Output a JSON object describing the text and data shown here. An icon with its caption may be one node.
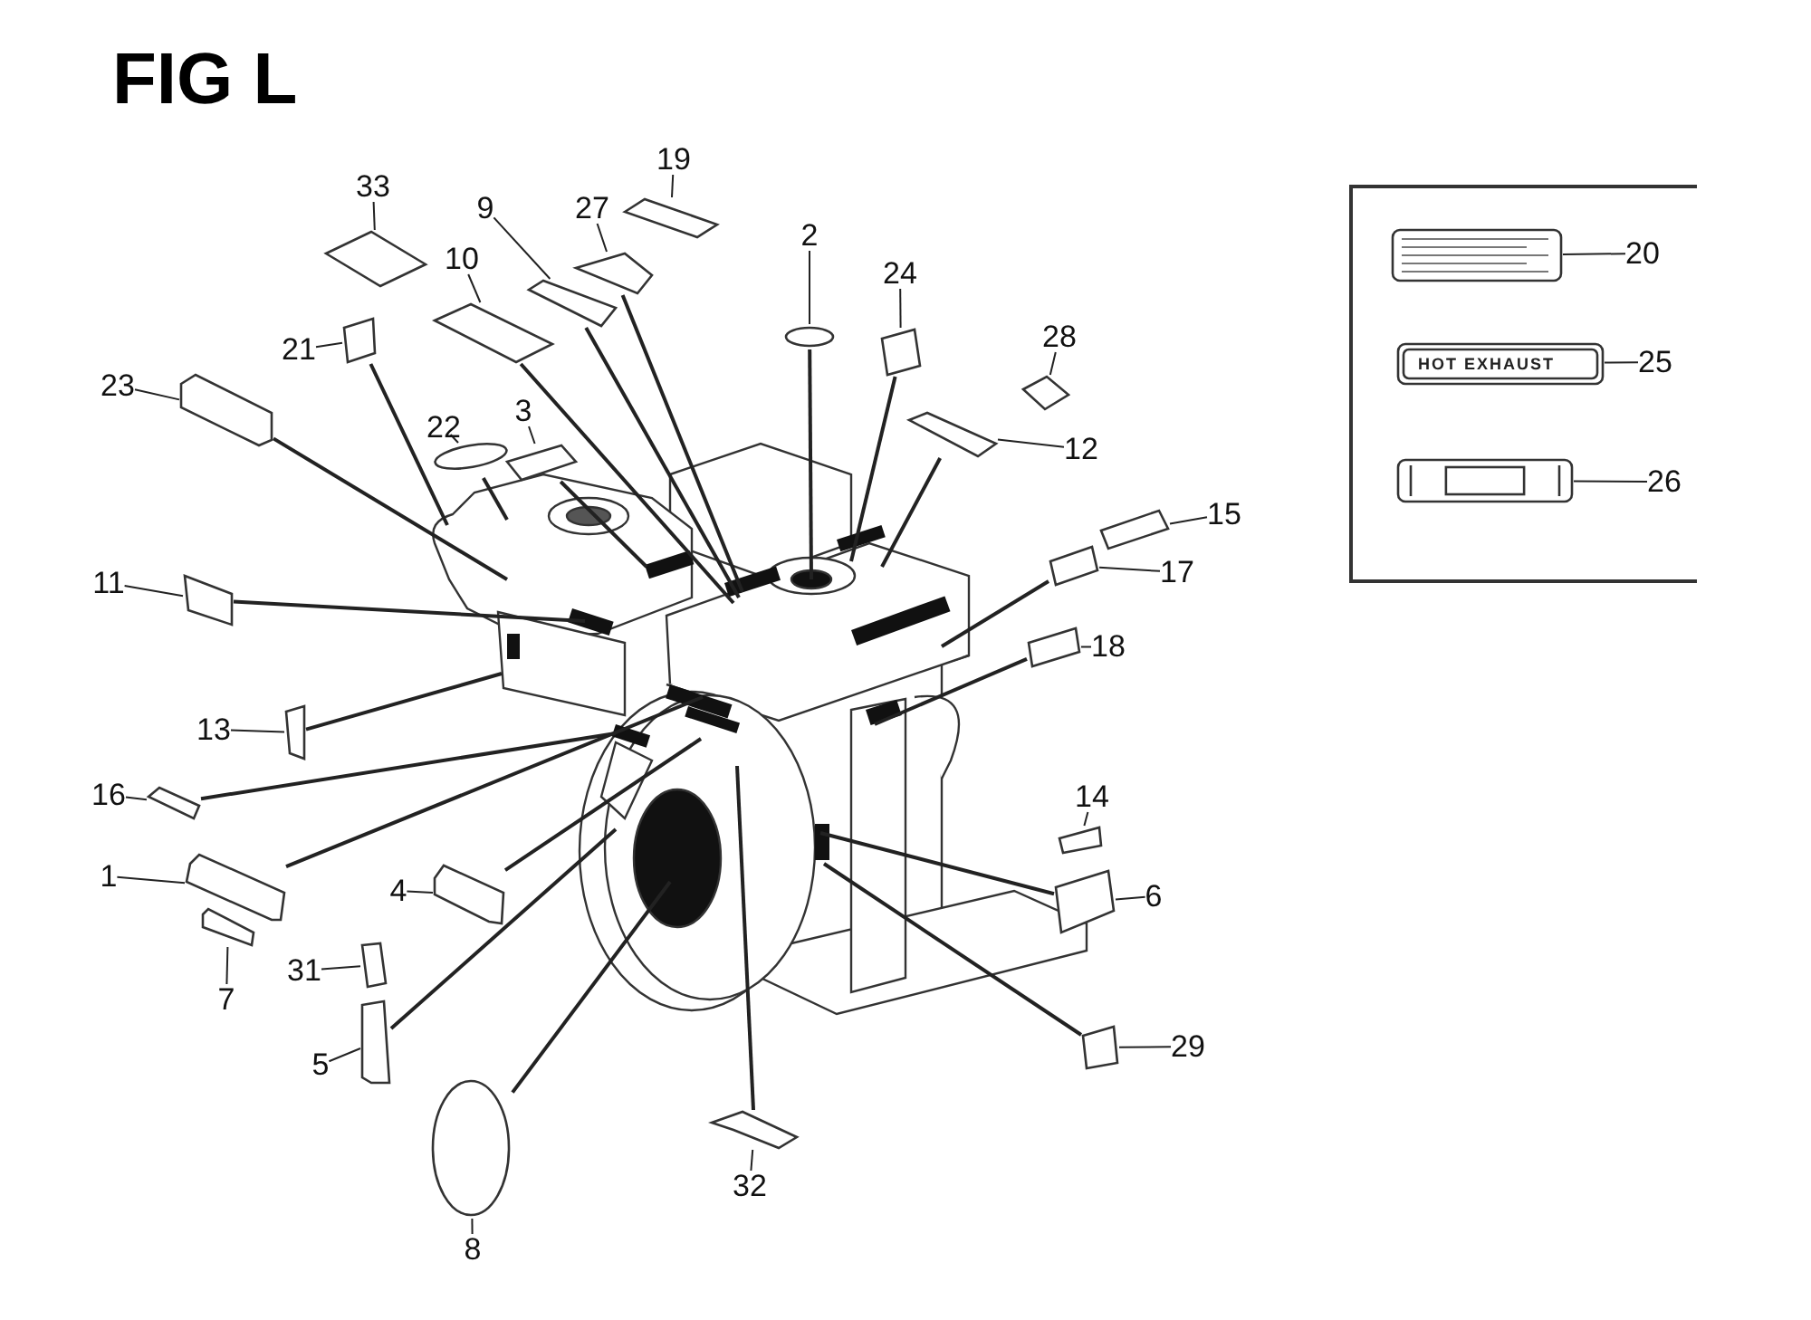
{
  "diagram": {
    "title": "FIG L",
    "nodes": [
      {
        "text": [],
        "shape": "box"
      },
      {
        "text": [
          "20"
        ],
        "in": 0
      },
      {
        "text": [],
        "shape": "box",
        "in": 0
      },
      {
        "text": [
          "25"
        ],
        "in": 0
      },
      {
        "text": [
          "HOT EXHAUST"
        ],
        "in": 0
      },
      {
        "text": [
          "26"
        ],
        "in": 0
      },
      {
        "text": [],
        "shape": "box",
        "in": 0
      },
      {
        "text": [
          "33"
        ]
      },
      {
        "text": [],
        "shape": "box"
      },
      {
        "text": [
          "19"
        ]
      },
      {
        "text": [],
        "shape": "box"
      },
      {
        "text": [
          "27"
        ]
      },
      {
        "text": [],
        "shape": "box"
      },
      {
        "text": [
          "9"
        ]
      },
      {
        "text": [],
        "shape": "box"
      },
      {
        "text": [
          "10"
        ]
      },
      {
        "text": [],
        "shape": "box"
      },
      {
        "text": [
          "2"
        ]
      },
      {
        "text": [],
        "shape": "ellipse"
      },
      {
        "text": [
          "24"
        ]
      },
      {
        "text": [],
        "shape": "box"
      },
      {
        "text": [
          "21"
        ]
      },
      {
        "text": [],
        "shape": "box"
      },
      {
        "text": [
          "28"
        ]
      },
      {
        "text": [],
        "shape": "box"
      },
      {
        "text": [
          "23"
        ]
      },
      {
        "text": [],
        "shape": "box"
      },
      {
        "text": [
          "22"
        ]
      },
      {
        "text": [],
        "shape": "ellipse"
      },
      {
        "text": [
          "3"
        ]
      },
      {
        "text": [],
        "shape": "box"
      },
      {
        "text": [
          "12"
        ]
      },
      {
        "text": [],
        "shape": "box"
      },
      {
        "text": [
          "15"
        ]
      },
      {
        "text": [],
        "shape": "box"
      },
      {
        "text": [
          "17"
        ]
      },
      {
        "text": [],
        "shape": "box"
      },
      {
        "text": [
          "11"
        ]
      },
      {
        "text": [],
        "shape": "box"
      },
      {
        "text": [
          "18"
        ]
      },
      {
        "text": [],
        "shape": "box"
      },
      {
        "text": [
          "13"
        ]
      },
      {
        "text": [],
        "shape": "box"
      },
      {
        "text": [
          "16"
        ]
      },
      {
        "text": [],
        "shape": "box"
      },
      {
        "text": [
          "14"
        ]
      },
      {
        "text": [],
        "shape": "box"
      },
      {
        "text": [
          "1"
        ]
      },
      {
        "text": [],
        "shape": "box"
      },
      {
        "text": [
          "6"
        ]
      },
      {
        "text": [],
        "shape": "box"
      },
      {
        "text": [
          "4"
        ]
      },
      {
        "text": [],
        "shape": "box"
      },
      {
        "text": [
          "7"
        ]
      },
      {
        "text": [],
        "shape": "box"
      },
      {
        "text": [
          "31"
        ]
      },
      {
        "text": [],
        "shape": "box"
      },
      {
        "text": [
          "5"
        ]
      },
      {
        "text": [],
        "shape": "box"
      },
      {
        "text": [
          "29"
        ]
      },
      {
        "text": [],
        "shape": "box"
      },
      {
        "text": [
          "8"
        ]
      },
      {
        "text": [],
        "shape": "ellipse"
      },
      {
        "text": [
          "32"
        ]
      },
      {
        "text": [],
        "shape": "box"
      }
    ],
    "edges": [
      {
        "from": 1,
        "to": 2,
        "arrow": "none"
      },
      {
        "from": 3,
        "to": 4,
        "arrow": "none"
      },
      {
        "from": 5,
        "to": 6,
        "arrow": "none"
      },
      {
        "from": 7,
        "to": 8,
        "arrow": "none"
      },
      {
        "from": 9,
        "to": 10,
        "arrow": "none"
      },
      {
        "from": 11,
        "to": 12,
        "arrow": "none"
      },
      {
        "from": 13,
        "to": 14,
        "arrow": "none"
      },
      {
        "from": 15,
        "to": 16,
        "arrow": "none"
      },
      {
        "from": 17,
        "to": 18,
        "arrow": "none"
      },
      {
        "from": 19,
        "to": 20,
        "arrow": "none"
      },
      {
        "from": 21,
        "to": 22,
        "arrow": "none"
      },
      {
        "from": 23,
        "to": 24,
        "arrow": "none"
      },
      {
        "from": 25,
        "to": 26,
        "arrow": "none"
      },
      {
        "from": 27,
        "to": 28,
        "arrow": "none"
      },
      {
        "from": 29,
        "to": 30,
        "arrow": "none"
      },
      {
        "from": 31,
        "to": 32,
        "arrow": "none"
      },
      {
        "from": 33,
        "to": 34,
        "arrow": "none"
      },
      {
        "from": 35,
        "to": 36,
        "arrow": "none"
      },
      {
        "from": 37,
        "to": 38,
        "arrow": "none"
      },
      {
        "from": 39,
        "to": 40,
        "arrow": "none"
      },
      {
        "from": 41,
        "to": 42,
        "arrow": "none"
      },
      {
        "from": 43,
        "to": 44,
        "arrow": "none"
      },
      {
        "from": 45,
        "to": 46,
        "arrow": "none"
      },
      {
        "from": 47,
        "to": 48,
        "arrow": "none"
      },
      {
        "from": 49,
        "to": 50,
        "arrow": "none"
      },
      {
        "from": 51,
        "to": 52,
        "arrow": "none"
      },
      {
        "from": 53,
        "to": 54,
        "arrow": "none"
      },
      {
        "from": 55,
        "to": 56,
        "arrow": "none"
      },
      {
        "from": 57,
        "to": 58,
        "arrow": "none"
      },
      {
        "from": 59,
        "to": 60,
        "arrow": "none"
      },
      {
        "from": 61,
        "to": 62,
        "arrow": "none"
      },
      {
        "from": 63,
        "to": 64,
        "arrow": "none"
      },
      {
        "from": 12,
        "to": null,
        "arrow": "none"
      },
      {
        "from": 14,
        "to": null,
        "arrow": "none"
      },
      {
        "from": 16,
        "to": null,
        "arrow": "none"
      },
      {
        "from": 18,
        "to": null,
        "arrow": "none"
      },
      {
        "from": 20,
        "to": null,
        "arrow": "none"
      },
      {
        "from": 22,
        "to": null,
        "arrow": "none"
      },
      {
        "from": 26,
        "to": null,
        "arrow": "none"
      },
      {
        "from": 28,
        "to": null,
        "arrow": "none"
      },
      {
        "from": 30,
        "to": null,
        "arrow": "none"
      },
      {
        "from": 32,
        "to": null,
        "arrow": "none"
      },
      {
        "from": 36,
        "to": null,
        "arrow": "none"
      },
      {
        "from": 38,
        "to": null,
        "arrow": "none"
      },
      {
        "from": 40,
        "to": null,
        "arrow": "none"
      },
      {
        "from": 42,
        "to": null,
        "arrow": "none"
      },
      {
        "from": 44,
        "to": null,
        "arrow": "none"
      },
      {
        "from": 48,
        "to": null,
        "arrow": "none"
      },
      {
        "from": 50,
        "to": null,
        "arrow": "none"
      },
      {
        "from": 52,
        "to": null,
        "arrow": "none"
      },
      {
        "from": 58,
        "to": null,
        "arrow": "none"
      },
      {
        "from": 60,
        "to": null,
        "arrow": "none"
      },
      {
        "from": 62,
        "to": null,
        "arrow": "none"
      },
      {
        "from": 64,
        "to": null,
        "arrow": "none"
      }
    ]
  }
}
